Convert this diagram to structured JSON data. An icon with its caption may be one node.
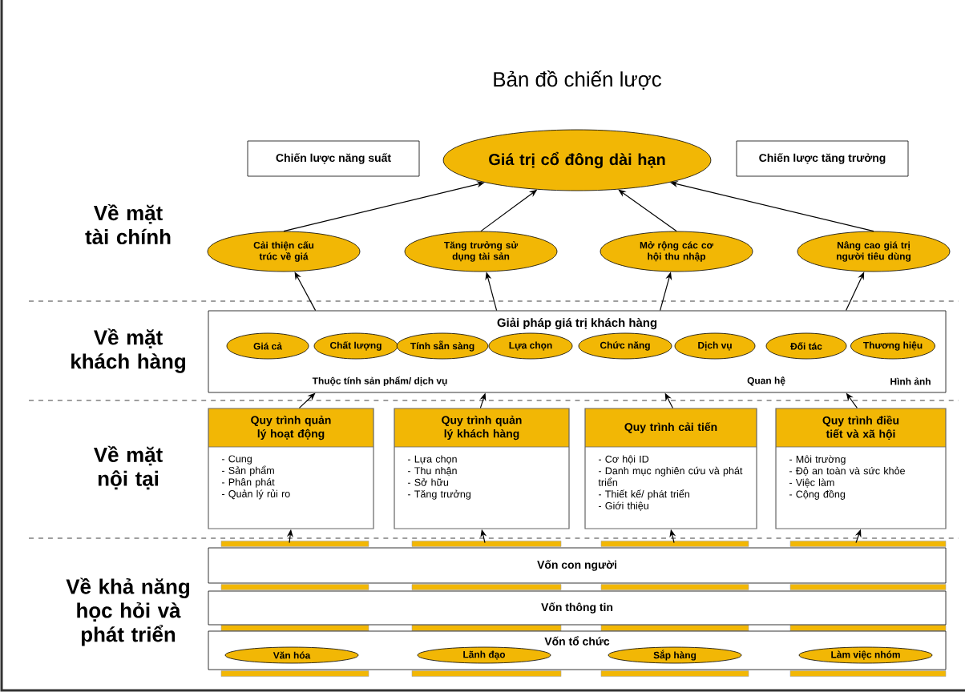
{
  "diagram": {
    "title": "Bản đồ chiến lược",
    "nodes": [
      {
        "text": [
          "Chiến lược năng suất"
        ]
      },
      {
        "text": [
          "Giá trị cổ đông dài hạn"
        ]
      },
      {
        "text": [
          "Chiến lược tăng trưởng"
        ]
      },
      {
        "text": [
          "Cải thiện cấu trúc về giá"
        ]
      },
      {
        "text": [
          "Tăng trưởng sử dụng tài sản"
        ]
      },
      {
        "text": [
          "Mở rộng các cơ hội thu nhập"
        ]
      },
      {
        "text": [
          "Nâng cao giá trị người tiêu dùng"
        ]
      },
      {
        "text": [
          "Giải pháp giá trị khách hàng",
          "Thuộc tính sản phẩm/ dịch vụ",
          "Quan hệ",
          "Hình ảnh"
        ]
      },
      {
        "text": [
          "Giá cả"
        ],
        "in": 7
      },
      {
        "text": [
          "Chất lượng"
        ],
        "in": 7
      },
      {
        "text": [
          "Tính sẵn sàng"
        ],
        "in": 7
      },
      {
        "text": [
          "Lựa chọn"
        ],
        "in": 7
      },
      {
        "text": [
          "Chức năng"
        ],
        "in": 7
      },
      {
        "text": [
          "Dịch vụ"
        ],
        "in": 7
      },
      {
        "text": [
          "Đối tác"
        ],
        "in": 7
      },
      {
        "text": [
          "Thương hiệu"
        ],
        "in": 7
      },
      {
        "text": [
          "Quy trình quản lý hoạt động",
          "- Cung",
          "- Sản phẩm",
          "- Phân phát",
          "- Quản lý rủi ro"
        ]
      },
      {
        "text": [
          "Quy trình quản lý khách hàng",
          "- Lựa chọn",
          "- Thu nhận",
          "- Sở hữu",
          "- Tăng trưởng"
        ]
      },
      {
        "text": [
          "Quy trình cải tiến",
          "- Cơ hội ID",
          "- Danh mục nghiên cứu và phát triển",
          "- Thiết kế/ phát triển",
          "- Giới thiệu"
        ]
      },
      {
        "text": [
          "Quy trình điều tiết và xã hội",
          "- Môi trường",
          "- Độ an toàn và sức khỏe",
          "- Việc làm",
          "- Cộng đồng"
        ]
      },
      {
        "text": [
          "Vốn con người"
        ]
      },
      {
        "text": [
          "Vốn thông tin"
        ]
      },
      {
        "text": [
          "Vốn tổ chức"
        ]
      },
      {
        "text": [
          "Văn hóa"
        ],
        "in": 22
      },
      {
        "text": [
          "Lãnh đạo"
        ],
        "in": 22
      },
      {
        "text": [
          "Sắp hàng"
        ],
        "in": 22
      },
      {
        "text": [
          "Làm việc nhóm"
        ],
        "in": 22
      }
    ],
    "edges": [
      {
        "from": 3,
        "to": 1,
        "arrow": "to"
      },
      {
        "from": 4,
        "to": 1,
        "arrow": "to"
      },
      {
        "from": 5,
        "to": 1,
        "arrow": "to"
      },
      {
        "from": 6,
        "to": 1,
        "arrow": "to"
      },
      {
        "from": 7,
        "to": 3,
        "arrow": "to"
      },
      {
        "from": 7,
        "to": 4,
        "arrow": "to"
      },
      {
        "from": 7,
        "to": 5,
        "arrow": "to"
      },
      {
        "from": 7,
        "to": 6,
        "arrow": "to"
      },
      {
        "from": 16,
        "to": 7,
        "arrow": "to"
      },
      {
        "from": 17,
        "to": 7,
        "arrow": "to"
      },
      {
        "from": 18,
        "to": 7,
        "arrow": "to"
      },
      {
        "from": 19,
        "to": 7,
        "arrow": "to"
      },
      {
        "from": 20,
        "to": 16,
        "arrow": "to"
      },
      {
        "from": 20,
        "to": 17,
        "arrow": "to"
      },
      {
        "from": 20,
        "to": 18,
        "arrow": "to"
      },
      {
        "from": 20,
        "to": 19,
        "arrow": "to"
      }
    ],
    "labels": [
      "Về mặt tài chính",
      "Về mặt khách hàng",
      "Về mặt nội tại",
      "Về khả năng học hỏi và phát triển"
    ]
  }
}
